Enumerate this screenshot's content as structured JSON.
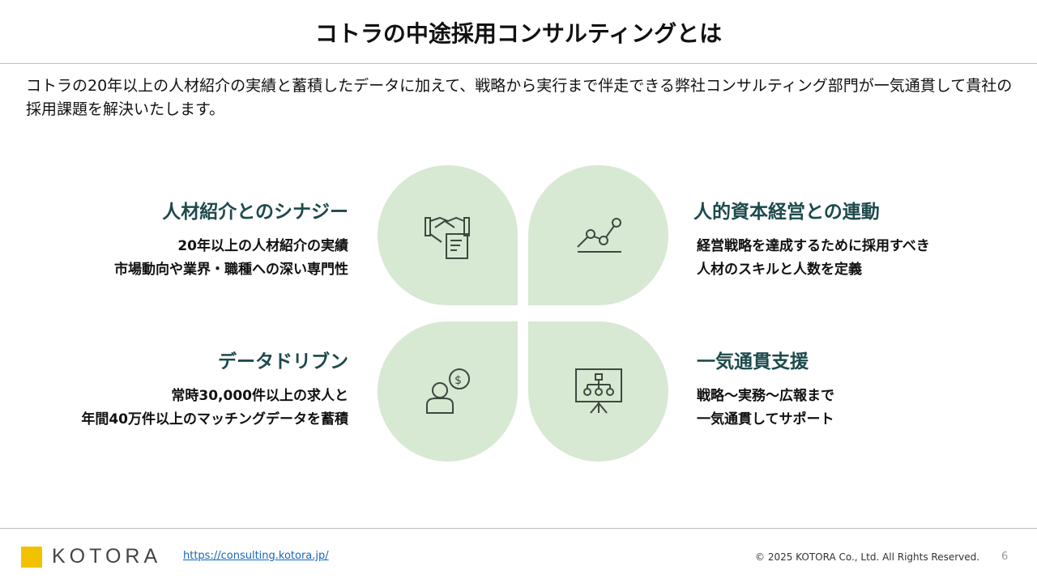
{
  "title": "コトラの中途採用コンサルティングとは",
  "intro": "コトラの20年以上の人材紹介の実績と蓄積したデータに加えて、戦略から実行まで伴走できる弊社コンサルティング部門が一気通貫して貴社の採用課題を解決いたします。",
  "blocks": [
    {
      "heading": "人材紹介とのシナジー",
      "lines": [
        "20年以上の人材紹介の実績",
        "市場動向や業界・職種への深い専門性"
      ],
      "icon": "handshake-document-icon"
    },
    {
      "heading": "人的資本経営との連動",
      "lines": [
        "経営戦略を達成するために採用すべき",
        "人材のスキルと人数を定義"
      ],
      "icon": "line-chart-icon"
    },
    {
      "heading": "データドリブン",
      "lines": [
        "常時30,000件以上の求人と",
        "年間40万件以上のマッチングデータを蓄積"
      ],
      "icon": "person-dollar-icon"
    },
    {
      "heading": "一気通貫支援",
      "lines": [
        "戦略～実務～広報まで",
        "一気通貫してサポート"
      ],
      "icon": "presentation-org-chart-icon"
    }
  ],
  "footer": {
    "logo": "KOTORA",
    "url": "https://consulting.kotora.jp/",
    "copyright": "© 2025 KOTORA Co., Ltd. All Rights Reserved.",
    "page": "6"
  },
  "colors": {
    "petal": "#d7e8d3",
    "heading": "#1d4a4c",
    "logo": "#f2c200"
  }
}
